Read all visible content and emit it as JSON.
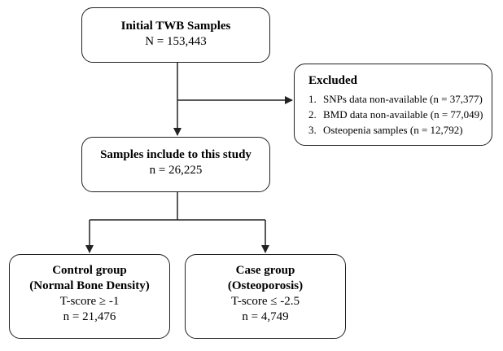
{
  "initial": {
    "title": "Initial TWB Samples",
    "count": "N = 153,443"
  },
  "excluded": {
    "title": "Excluded",
    "items": [
      {
        "num": "1.",
        "text": "SNPs data non-available (n = 37,377)"
      },
      {
        "num": "2.",
        "text": "BMD data non-available (n = 77,049)"
      },
      {
        "num": "3.",
        "text": "Osteopenia samples (n = 12,792)"
      }
    ]
  },
  "study": {
    "title": "Samples include to this study",
    "count": "n = 26,225"
  },
  "control": {
    "title1": "Control group",
    "title2": "(Normal Bone Density)",
    "criterion": "T-score ≥ -1",
    "count": "n = 21,476"
  },
  "case": {
    "title1": "Case group",
    "title2": "(Osteoporosis)",
    "criterion": "T-score ≤ -2.5",
    "count": "n = 4,749"
  }
}
